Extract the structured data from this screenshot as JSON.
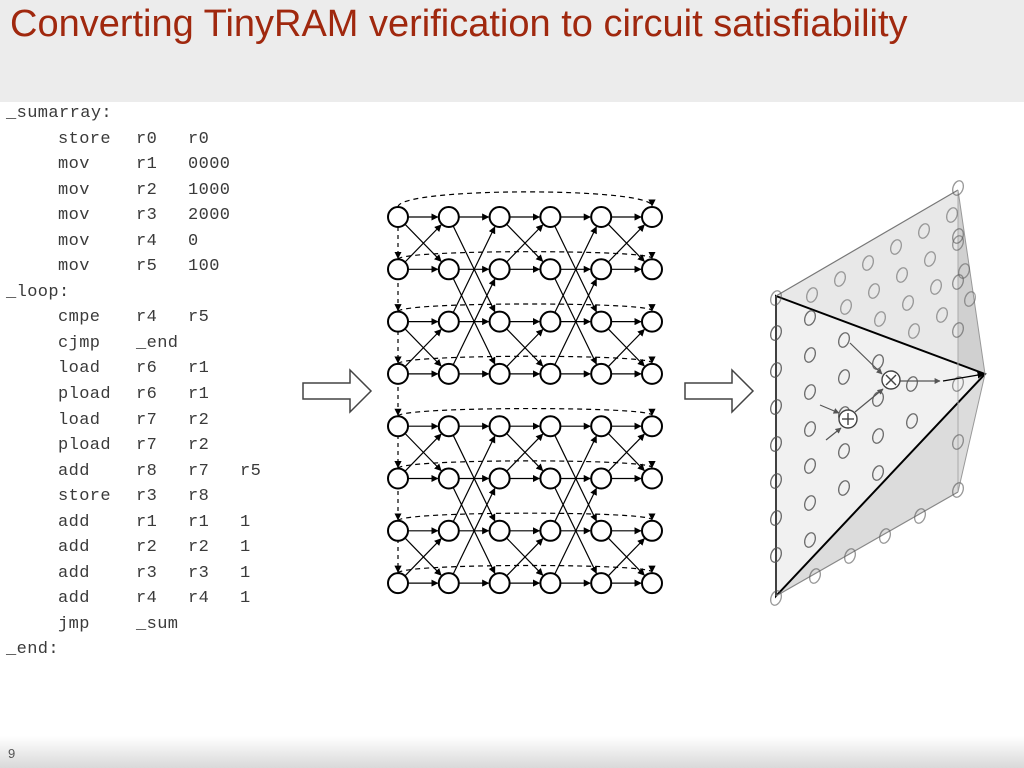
{
  "slide": {
    "title": "Converting TinyRAM verification to circuit satisfiability",
    "page_number": "9"
  },
  "code": [
    {
      "kind": "label",
      "tokens": [
        "_sumarray:"
      ]
    },
    {
      "kind": "instr",
      "tokens": [
        "store",
        "r0",
        "r0"
      ]
    },
    {
      "kind": "instr",
      "tokens": [
        "mov",
        "r1",
        "0000"
      ]
    },
    {
      "kind": "instr",
      "tokens": [
        "mov",
        "r2",
        "1000"
      ]
    },
    {
      "kind": "instr",
      "tokens": [
        "mov",
        "r3",
        "2000"
      ]
    },
    {
      "kind": "instr",
      "tokens": [
        "mov",
        "r4",
        "0"
      ]
    },
    {
      "kind": "instr",
      "tokens": [
        "mov",
        "r5",
        "100"
      ]
    },
    {
      "kind": "label",
      "tokens": [
        "_loop:"
      ]
    },
    {
      "kind": "instr",
      "tokens": [
        "cmpe",
        "r4",
        "r5"
      ]
    },
    {
      "kind": "instr",
      "tokens": [
        "cjmp",
        "_end"
      ]
    },
    {
      "kind": "instr",
      "tokens": [
        "load",
        "r6",
        "r1"
      ]
    },
    {
      "kind": "instr",
      "tokens": [
        "pload",
        "r6",
        "r1"
      ]
    },
    {
      "kind": "instr",
      "tokens": [
        "load",
        "r7",
        "r2"
      ]
    },
    {
      "kind": "instr",
      "tokens": [
        "pload",
        "r7",
        "r2"
      ]
    },
    {
      "kind": "instr",
      "tokens": [
        "add",
        "r8",
        "r7",
        "r5"
      ]
    },
    {
      "kind": "instr",
      "tokens": [
        "store",
        "r3",
        "r8"
      ]
    },
    {
      "kind": "instr",
      "tokens": [
        "add",
        "r1",
        "r1",
        "1"
      ]
    },
    {
      "kind": "instr",
      "tokens": [
        "add",
        "r2",
        "r2",
        "1"
      ]
    },
    {
      "kind": "instr",
      "tokens": [
        "add",
        "r3",
        "r3",
        "1"
      ]
    },
    {
      "kind": "instr",
      "tokens": [
        "add",
        "r4",
        "r4",
        "1"
      ]
    },
    {
      "kind": "instr",
      "tokens": [
        "jmp",
        "_sum"
      ]
    },
    {
      "kind": "label",
      "tokens": [
        "_end:"
      ]
    }
  ],
  "network": {
    "columns": 6,
    "rows": 8
  },
  "circuit": {
    "gates": [
      "plus",
      "times"
    ]
  },
  "colors": {
    "title": "#a0280e",
    "code": "#3a3a3a",
    "title_bar": "#ececec"
  }
}
